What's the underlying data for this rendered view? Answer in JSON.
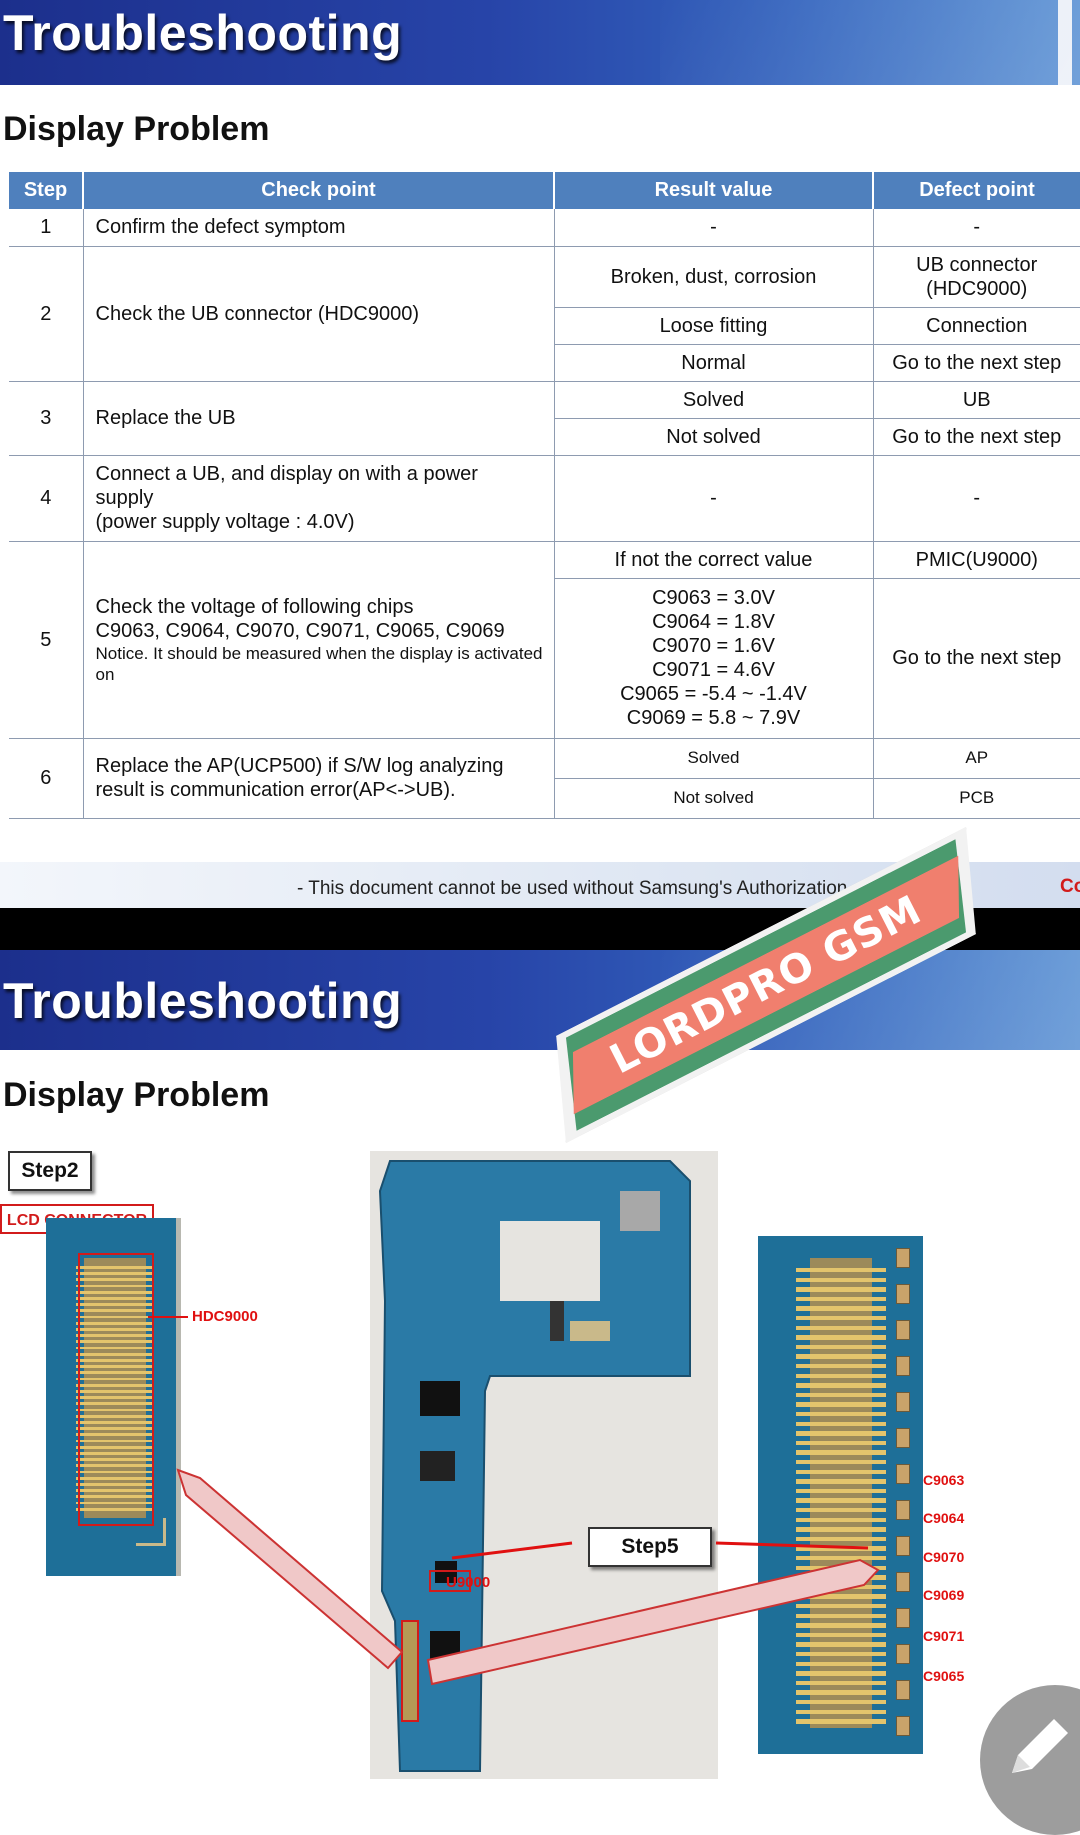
{
  "slide1": {
    "banner_title": "Troubleshooting",
    "section_title": "Display Problem",
    "table": {
      "headers": [
        "Step",
        "Check point",
        "Result value",
        "Defect point"
      ],
      "rows": [
        {
          "step": "1",
          "check": "Confirm the defect symptom",
          "results": [
            {
              "result": "-",
              "defect": "-"
            }
          ]
        },
        {
          "step": "2",
          "check": "Check the UB connector (HDC9000)",
          "results": [
            {
              "result": "Broken, dust, corrosion",
              "defect_line1": "UB connector",
              "defect_line2": "(HDC9000)"
            },
            {
              "result": "Loose fitting",
              "defect": "Connection"
            },
            {
              "result": "Normal",
              "defect": "Go to the next step"
            }
          ]
        },
        {
          "step": "3",
          "check": "Replace the UB",
          "results": [
            {
              "result": "Solved",
              "defect": "UB"
            },
            {
              "result": "Not solved",
              "defect": "Go to the next step"
            }
          ]
        },
        {
          "step": "4",
          "check_line1": "Connect a UB, and display on with a power",
          "check_line2": "supply",
          "check_line3": "(power supply voltage : 4.0V)",
          "results": [
            {
              "result": "-",
              "defect": "-"
            }
          ]
        },
        {
          "step": "5",
          "check_line1": "Check the voltage of following chips",
          "check_line2": "C9063, C9064, C9070, C9071, C9065, C9069",
          "check_note": "Notice. It should be measured when the display is activated on",
          "results": [
            {
              "result": "If not the correct value",
              "defect": "PMIC(U9000)"
            },
            {
              "result_lines": [
                "C9063 = 3.0V",
                "C9064 = 1.8V",
                "C9070 = 1.6V",
                "C9071 = 4.6V",
                "C9065 = -5.4 ~ -1.4V",
                "C9069 = 5.8 ~ 7.9V"
              ],
              "defect": "Go to the next step"
            }
          ]
        },
        {
          "step": "6",
          "check_line1": "Replace the AP(UCP500) if S/W log analyzing",
          "check_line2": "result is communication error(AP<->UB).",
          "results": [
            {
              "result": "Solved",
              "defect": "AP"
            },
            {
              "result": "Not solved",
              "defect": "PCB"
            }
          ]
        }
      ]
    },
    "footer_text": "- This document cannot be used without Samsung's Authorization",
    "footer_right": "Co"
  },
  "slide2": {
    "banner_title": "Troubleshooting",
    "section_title": "Display Problem",
    "step2_label": "Step2",
    "step5_label": "Step5",
    "lcd_label": "LCD CONNECTOR",
    "hdc_label": "HDC9000",
    "u9000_label": "U9000",
    "cap_labels": [
      "C9063",
      "C9064",
      "C9070",
      "C9069",
      "C9071",
      "C9065"
    ]
  },
  "watermark": "LORDPRO GSM",
  "colors": {
    "banner": "#2744a8",
    "table_header": "#4f80bd",
    "label_red": "#e01010",
    "pcb_blue": "#1e6f98"
  },
  "icons": {
    "edit": "pencil-icon"
  }
}
